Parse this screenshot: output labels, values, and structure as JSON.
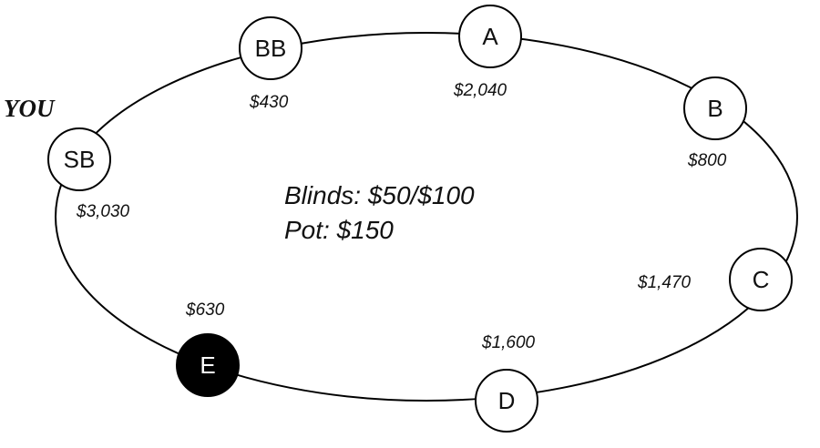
{
  "you_label": "YOU",
  "blinds_text": "Blinds: $50/$100",
  "pot_text": "Pot: $150",
  "seats": [
    {
      "label": "SB",
      "stack": "$3,030"
    },
    {
      "label": "BB",
      "stack": "$430"
    },
    {
      "label": "A",
      "stack": "$2,040"
    },
    {
      "label": "B",
      "stack": "$800"
    },
    {
      "label": "C",
      "stack": "$1,470"
    },
    {
      "label": "D",
      "stack": "$1,600"
    },
    {
      "label": "E",
      "stack": "$630"
    }
  ],
  "dealer_seat": "E",
  "colors": {
    "line": "#000000",
    "seat_fill": "#ffffff",
    "dealer_fill": "#000000"
  }
}
